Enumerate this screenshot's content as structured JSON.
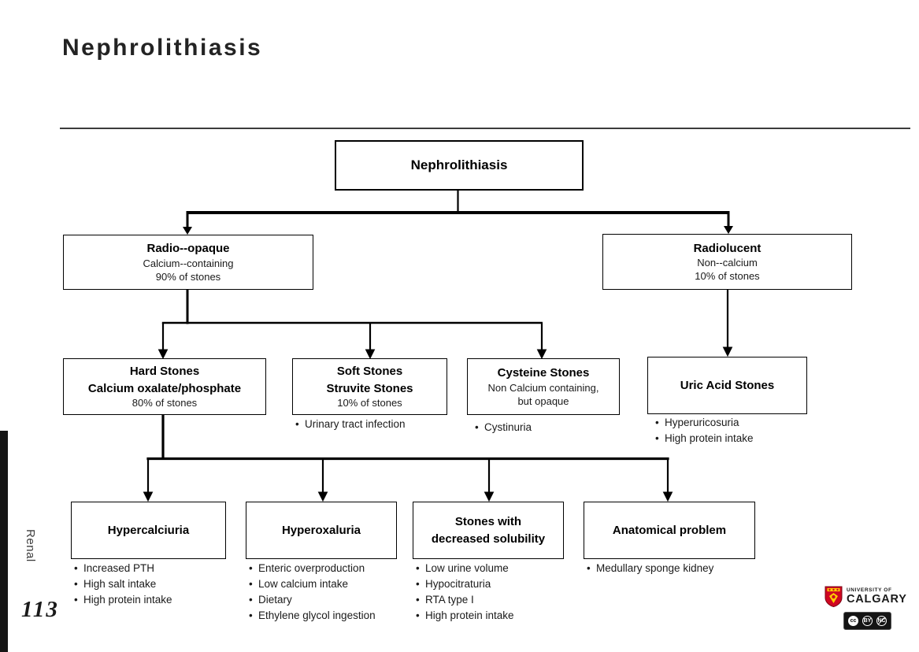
{
  "page": {
    "title": "Nephrolithiasis",
    "sidebar_label": "Renal",
    "page_number": "113"
  },
  "diagram": {
    "root": {
      "title": "Nephrolithiasis"
    },
    "radio_opaque": {
      "title": "Radio--opaque",
      "sub1": "Calcium--containing",
      "sub2": "90% of stones"
    },
    "radiolucent": {
      "title": "Radiolucent",
      "sub1": "Non--calcium",
      "sub2": "10% of stones"
    },
    "hard_stones": {
      "title": "Hard Stones",
      "title2": "Calcium oxalate/phosphate",
      "sub": "80% of stones"
    },
    "soft_stones": {
      "title": "Soft Stones",
      "title2": "Struvite Stones",
      "sub": "10% of stones",
      "bullets": [
        "Urinary tract infection"
      ]
    },
    "cysteine_stones": {
      "title": "Cysteine Stones",
      "sub1": "Non Calcium containing,",
      "sub2": "but opaque",
      "bullets": [
        "Cystinuria"
      ]
    },
    "uric_acid_stones": {
      "title": "Uric Acid Stones",
      "bullets": [
        "Hyperuricosuria",
        "High protein intake"
      ]
    },
    "hypercalciuria": {
      "title": "Hypercalciuria",
      "bullets": [
        "Increased PTH",
        "High salt intake",
        "High protein intake"
      ]
    },
    "hyperoxaluria": {
      "title": "Hyperoxaluria",
      "bullets": [
        "Enteric overproduction",
        "Low calcium intake",
        "Dietary",
        "Ethylene glycol ingestion"
      ]
    },
    "decreased_solubility": {
      "title": "Stones with",
      "title2": "decreased solubility",
      "bullets": [
        "Low urine volume",
        "Hypocitraturia",
        "RTA type I",
        "High protein intake"
      ]
    },
    "anatomical_problem": {
      "title": "Anatomical problem",
      "bullets": [
        "Medullary sponge kidney"
      ]
    }
  },
  "branding": {
    "university_line1": "UNIVERSITY OF",
    "university_line2": "CALGARY",
    "license": {
      "cc": "cc",
      "by": "BY",
      "nc": "NC"
    }
  },
  "colors": {
    "ink": "#1a1a1a",
    "line": "#000000",
    "shield_red": "#cf0722",
    "shield_gold": "#ffcd00"
  }
}
